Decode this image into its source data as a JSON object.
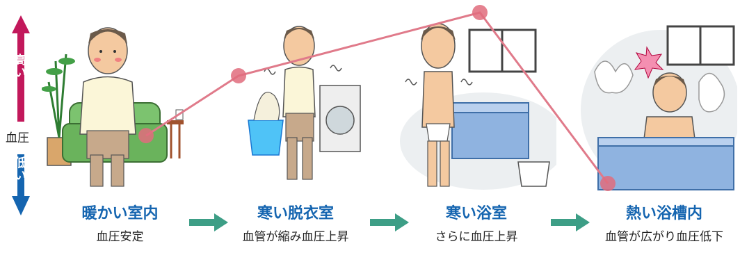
{
  "axis": {
    "label": "血圧",
    "high": "高い",
    "low": "低い",
    "high_color": "#c2185b",
    "low_color": "#1565b0"
  },
  "stages": [
    {
      "title": "暖かい室内",
      "caption": "血圧安定",
      "level": 0.28
    },
    {
      "title": "寒い脱衣室",
      "caption": "血管が縮み血圧上昇",
      "level": 0.63
    },
    {
      "title": "寒い浴室",
      "caption": "さらに血圧上昇",
      "level": 1.0
    },
    {
      "title": "熱い浴槽内",
      "caption": "血管が広がり血圧低下",
      "level": 0.0
    }
  ],
  "colors": {
    "title": "#1565b0",
    "arrow": "#3d9e86",
    "line": "#e07a8a",
    "dot": "#e06c7c"
  },
  "icons": [
    "living-room-scene",
    "dressing-room-scene",
    "bathroom-scene",
    "bathtub-scene"
  ]
}
